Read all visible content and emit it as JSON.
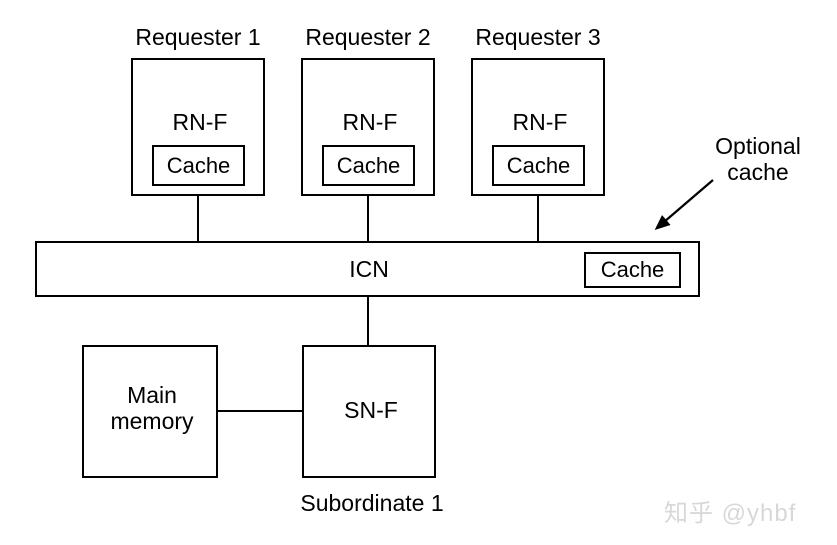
{
  "diagram": {
    "title_text": "",
    "type": "block-diagram",
    "stroke_color": "#000000",
    "background_color": "#ffffff",
    "watermark_color": "#d8d8d8"
  },
  "requesters": [
    {
      "title": "Requester 1",
      "node_label": "RN-F",
      "cache_label": "Cache"
    },
    {
      "title": "Requester 2",
      "node_label": "RN-F",
      "cache_label": "Cache"
    },
    {
      "title": "Requester 3",
      "node_label": "RN-F",
      "cache_label": "Cache"
    }
  ],
  "interconnect": {
    "label": "ICN",
    "cache_label": "Cache"
  },
  "annotation": {
    "line1": "Optional",
    "line2": "cache"
  },
  "subordinate": {
    "title": "Subordinate 1",
    "node_label": "SN-F"
  },
  "memory": {
    "line1": "Main",
    "line2": "memory"
  },
  "watermark": {
    "text": "知乎 @yhbf"
  }
}
